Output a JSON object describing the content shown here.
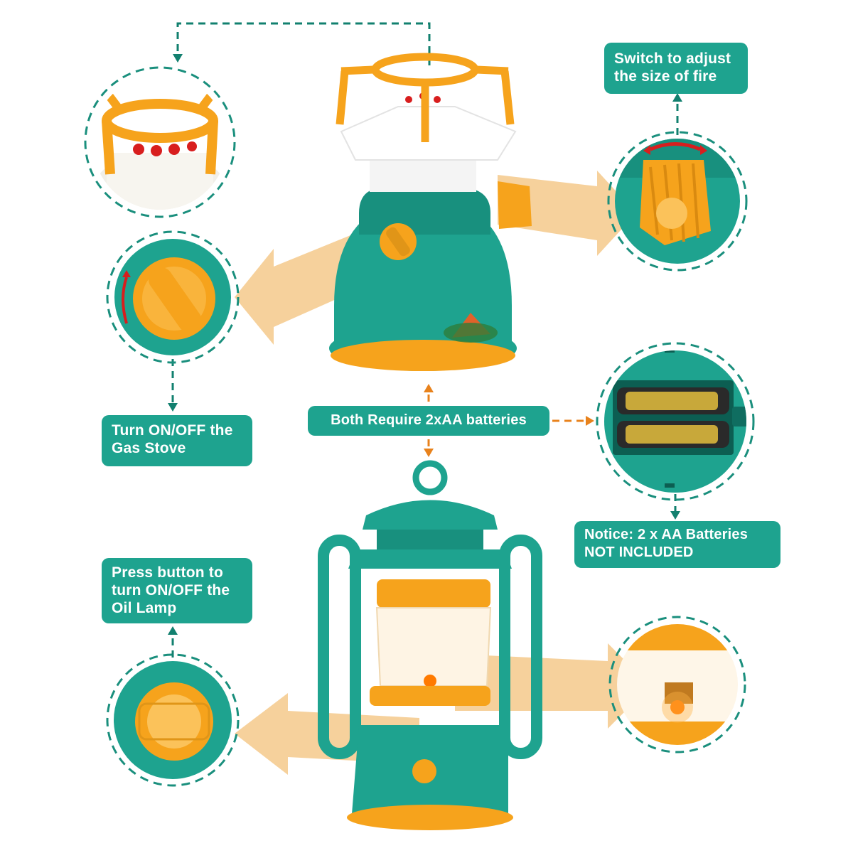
{
  "labels": {
    "fire_switch": [
      "Switch to adjust",
      "the size of fire"
    ],
    "gas_stove": [
      "Turn ON/OFF the",
      "Gas Stove"
    ],
    "batteries": "Both Require 2xAA batteries",
    "notice": [
      "Notice: 2 x AA Batteries",
      "NOT INCLUDED"
    ],
    "oil_lamp": [
      "Press button to",
      "turn ON/OFF the",
      "Oil Lamp"
    ]
  },
  "colors": {
    "teal": "#1ea38f",
    "teal_dark": "#12806f",
    "orange": "#f6a31c",
    "orange_light": "#fbc25a",
    "arrow": "#f5c98b",
    "white": "#ffffff"
  }
}
